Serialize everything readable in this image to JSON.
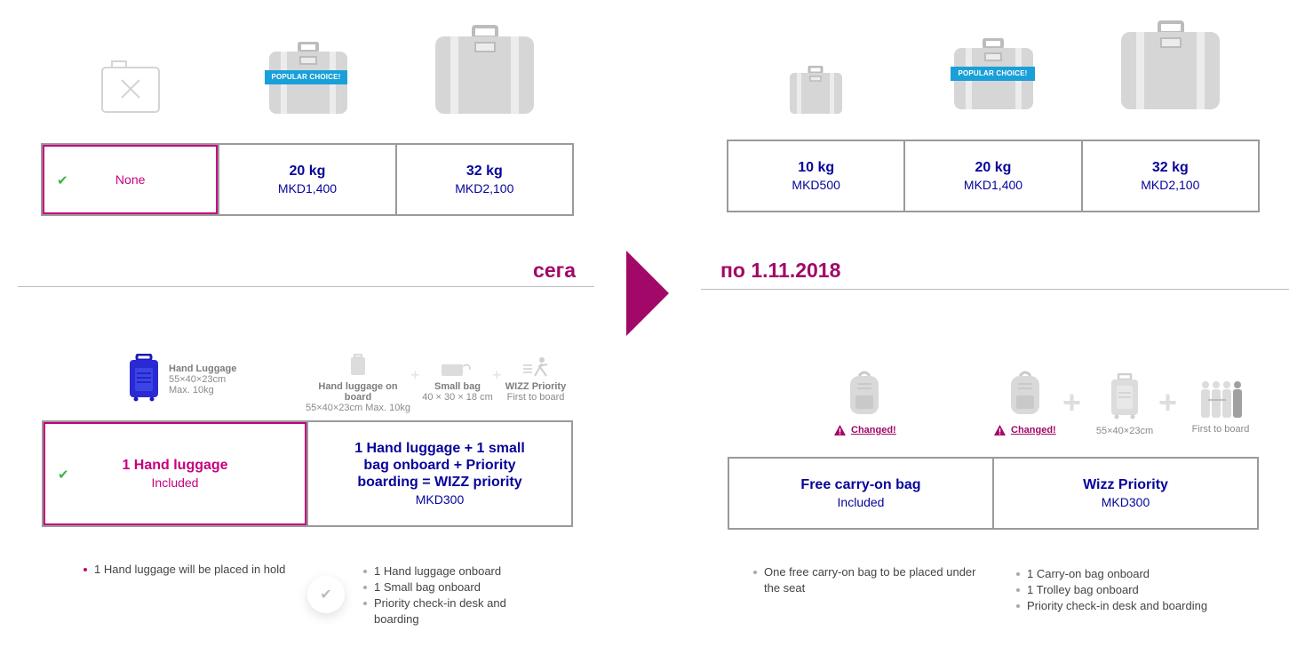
{
  "left": {
    "options": [
      {
        "label": "None",
        "selected": true
      },
      {
        "weight": "20 kg",
        "price": "MKD1,400",
        "badge": "POPULAR CHOICE!"
      },
      {
        "weight": "32 kg",
        "price": "MKD2,100"
      }
    ],
    "heading": "сега",
    "hand_caption": {
      "title": "Hand Luggage",
      "dims": "55×40×23cm",
      "weight": "Max. 10kg"
    },
    "priority_caption": [
      {
        "title": "Hand luggage on board",
        "sub": "55×40×23cm Max. 10kg"
      },
      {
        "title": "Small bag",
        "sub": "40 × 30 × 18 cm"
      },
      {
        "title": "WIZZ Priority",
        "sub": "First to board"
      }
    ],
    "cabin": [
      {
        "main": "1 Hand luggage",
        "sub": "Included",
        "selected": true
      },
      {
        "main": "1 Hand luggage + 1 small bag onboard + Priority boarding = WIZZ priority",
        "sub": "MKD300"
      }
    ],
    "bullets_left": [
      "1 Hand luggage will be placed in hold"
    ],
    "bullets_right": [
      "1 Hand luggage onboard",
      "1 Small bag onboard",
      "Priority check-in desk and boarding"
    ]
  },
  "right": {
    "options": [
      {
        "weight": "10 kg",
        "price": "MKD500"
      },
      {
        "weight": "20 kg",
        "price": "MKD1,400",
        "badge": "POPULAR CHOICE!"
      },
      {
        "weight": "32 kg",
        "price": "MKD2,100"
      }
    ],
    "heading": "по 1.11.2018",
    "changed_label": "Changed!",
    "trolley_dims": "55×40×23cm",
    "first_to_board": "First to board",
    "cabin": [
      {
        "main": "Free carry-on bag",
        "sub": "Included"
      },
      {
        "main": "Wizz Priority",
        "sub": "MKD300"
      }
    ],
    "bullets_left": [
      "One free carry-on bag to be placed under the seat"
    ],
    "bullets_right": [
      "1 Carry-on bag onboard",
      "1 Trolley bag onboard",
      "Priority check-in desk and boarding"
    ]
  },
  "colors": {
    "brand_pink": "#c6007e",
    "brand_navy": "#06049a",
    "heading": "#a10868",
    "check": "#3ab549",
    "badge": "#1aa0d9"
  }
}
